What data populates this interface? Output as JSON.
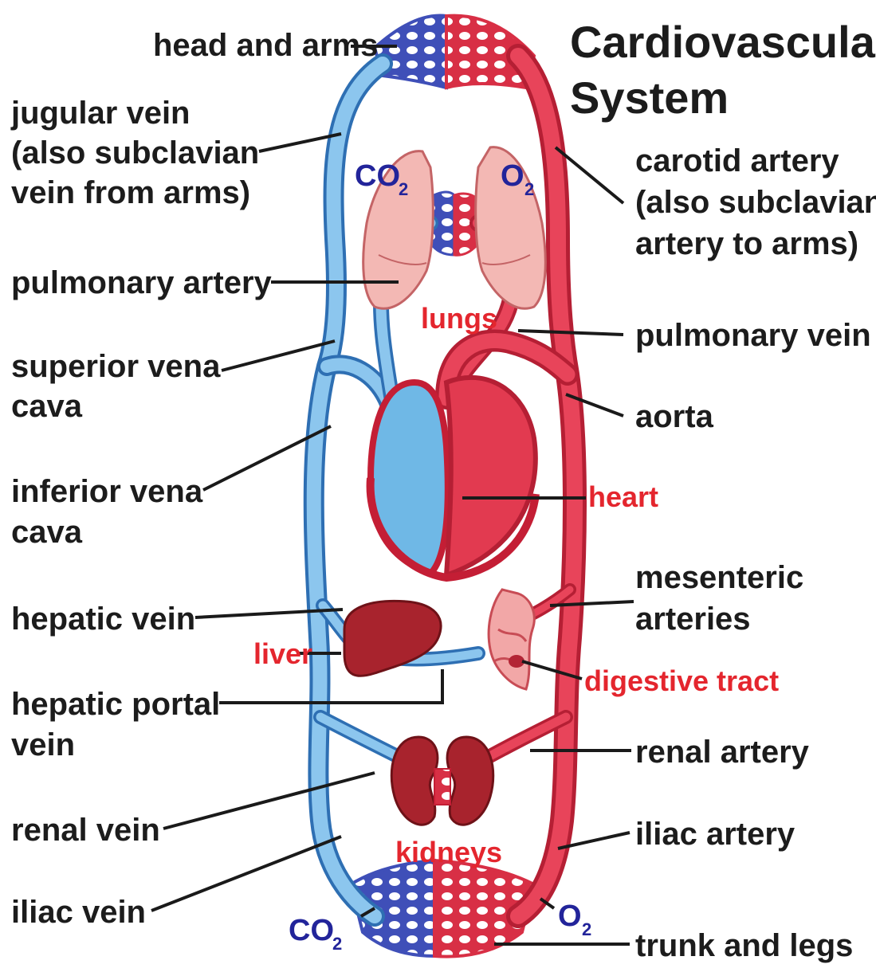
{
  "title": {
    "line1": "Cardiovascula",
    "line2": "System"
  },
  "colors": {
    "oxygenated": "#e03a4e",
    "deoxygenated": "#6fb2e2",
    "organ": "#a8232d",
    "label_red": "#e4262e",
    "label_blue": "#22249a",
    "text": "#1c1c1c"
  },
  "left_labels": {
    "head_and_arms": "head and arms",
    "jugular_vein": [
      "jugular vein",
      "(also subclavian",
      "vein from arms)"
    ],
    "pulmonary_artery": "pulmonary artery",
    "superior_vena_cava": [
      "superior vena",
      "cava"
    ],
    "inferior_vena_cava": [
      "inferior vena",
      "cava"
    ],
    "hepatic_vein": "hepatic vein",
    "hepatic_portal_vein": [
      "hepatic portal",
      "vein"
    ],
    "renal_vein": "renal vein",
    "iliac_vein": "iliac vein"
  },
  "right_labels": {
    "carotid_artery": [
      "carotid artery",
      "(also subclavian",
      "artery to arms)"
    ],
    "pulmonary_vein": "pulmonary vein",
    "aorta": "aorta",
    "mesenteric_arteries": [
      "mesenteric",
      "arteries"
    ],
    "renal_artery": "renal artery",
    "iliac_artery": "iliac artery",
    "trunk_and_legs": "trunk and legs"
  },
  "organ_labels": {
    "lungs": "lungs",
    "heart": "heart",
    "liver": "liver",
    "digestive_tract": "digestive tract",
    "kidneys": "kidneys"
  },
  "gas_labels": {
    "co2_top": "CO",
    "co2_top_sub": "2",
    "o2_top": "O",
    "o2_top_sub": "2",
    "co2_bottom": "CO",
    "co2_bottom_sub": "2",
    "o2_bottom": "O",
    "o2_bottom_sub": "2"
  }
}
